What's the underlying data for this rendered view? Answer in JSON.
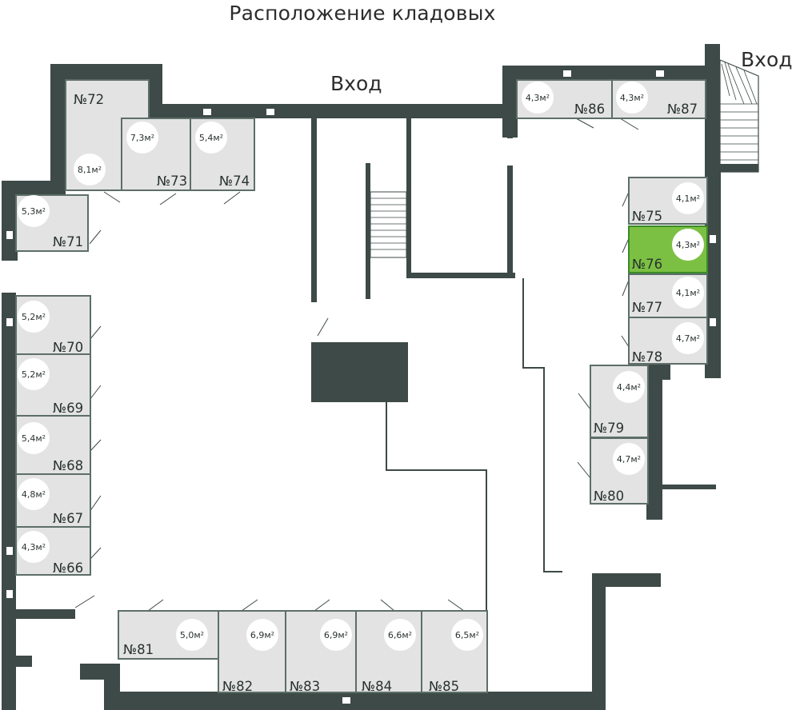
{
  "title": "Расположение кладовых",
  "entrances": [
    "Вход",
    "Вход"
  ],
  "colors": {
    "wall": "#3d4a47",
    "unit": "#e3e3e3",
    "selected": "#7bc043"
  },
  "units": [
    {
      "num": "№72",
      "area": "8,1м²"
    },
    {
      "num": "№73",
      "area": "7,3м²"
    },
    {
      "num": "№74",
      "area": "5,4м²"
    },
    {
      "num": "№71",
      "area": "5,3м²"
    },
    {
      "num": "№70",
      "area": "5,2м²"
    },
    {
      "num": "№69",
      "area": "5,2м²"
    },
    {
      "num": "№68",
      "area": "5,4м²"
    },
    {
      "num": "№67",
      "area": "4,8м²"
    },
    {
      "num": "№66",
      "area": "4,3м²"
    },
    {
      "num": "№86",
      "area": "4,3м²"
    },
    {
      "num": "№87",
      "area": "4,3м²"
    },
    {
      "num": "№75",
      "area": "4,1м²"
    },
    {
      "num": "№76",
      "area": "4,3м²",
      "selected": true
    },
    {
      "num": "№77",
      "area": "4,1м²"
    },
    {
      "num": "№78",
      "area": "4,7м²"
    },
    {
      "num": "№79",
      "area": "4,4м²"
    },
    {
      "num": "№80",
      "area": "4,7м²"
    },
    {
      "num": "№81",
      "area": "5,0м²"
    },
    {
      "num": "№82",
      "area": "6,9м²"
    },
    {
      "num": "№83",
      "area": "6,9м²"
    },
    {
      "num": "№84",
      "area": "6,6м²"
    },
    {
      "num": "№85",
      "area": "6,5м²"
    }
  ]
}
